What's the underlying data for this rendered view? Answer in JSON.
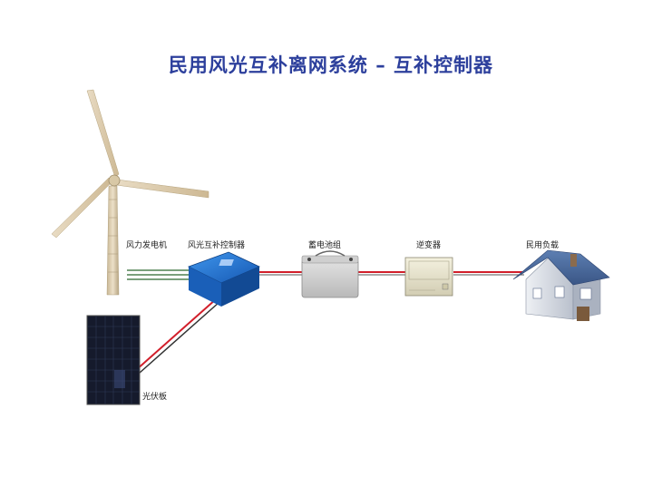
{
  "title": "民用风光互补离网系统 – 互补控制器",
  "components": {
    "wind_turbine": "风力发电机",
    "controller": "风光互补控制器",
    "battery": "蓄电池组",
    "inverter": "逆变器",
    "load": "民用负载",
    "solar_panel": "光伏板"
  },
  "colors": {
    "title": "#2c3f9c",
    "wire_red": "#d21f2b",
    "wire_green": "#7aa07c",
    "controller_blue": "#1f74d6",
    "house_roof": "#4a6a9a"
  }
}
